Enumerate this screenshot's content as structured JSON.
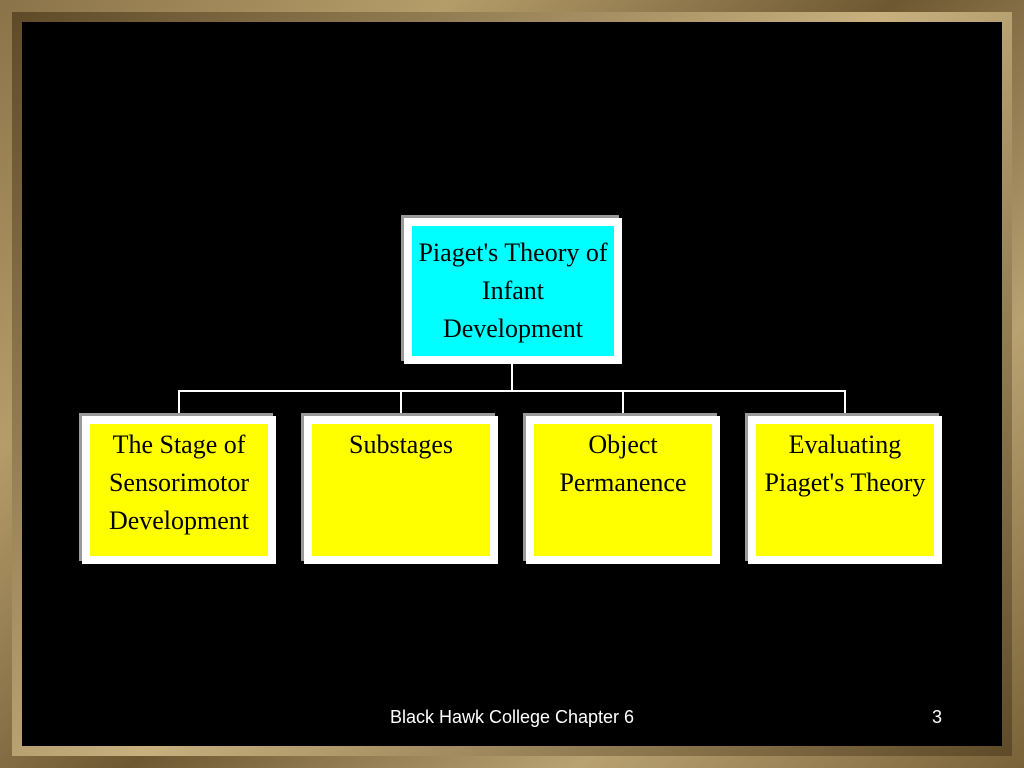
{
  "diagram": {
    "root": {
      "label": "Piaget's Theory of Infant Development"
    },
    "children": [
      {
        "label": "The Stage of Sensorimotor Development"
      },
      {
        "label": "Substages"
      },
      {
        "label": "Object Permanence"
      },
      {
        "label": "Evaluating Piaget's Theory"
      }
    ],
    "colors": {
      "root_fill": "#00ffff",
      "child_fill": "#ffff00",
      "background": "#000000",
      "connector": "#ffffff"
    }
  },
  "footer": {
    "text": "Black Hawk College Chapter 6",
    "page_number": "3"
  }
}
